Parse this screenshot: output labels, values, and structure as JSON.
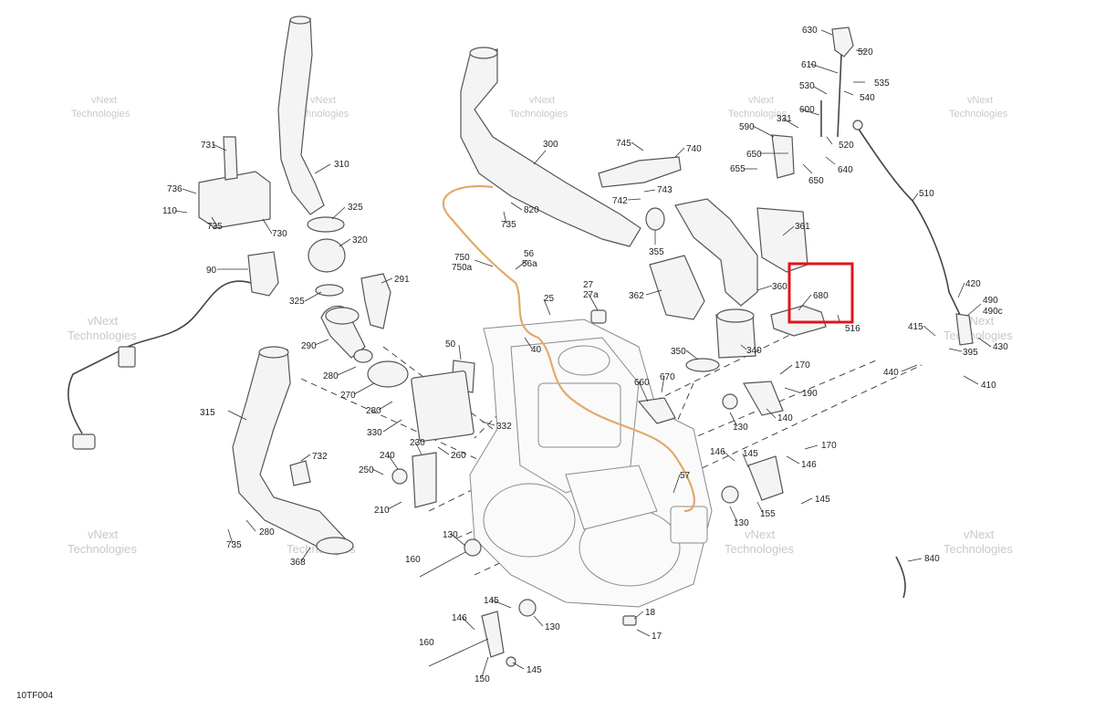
{
  "diagram_code": "10TF004",
  "watermark": {
    "line1": "vNext",
    "line2": "Technologies"
  },
  "labels": {
    "l630": "630",
    "l520a": "520",
    "l610": "610",
    "l535": "535",
    "l530": "530",
    "l540": "540",
    "l600": "600",
    "l331": "331",
    "l590": "590",
    "l520b": "520",
    "l650a": "650",
    "l655": "655",
    "l650b": "650",
    "l640": "640",
    "l510": "510",
    "l745": "745",
    "l740": "740",
    "l743": "743",
    "l742": "742",
    "l300": "300",
    "l820": "820",
    "l735a": "735",
    "l355": "355",
    "l361": "361",
    "l362": "362",
    "l360": "360",
    "l680": "680",
    "l516": "516",
    "l340": "340",
    "l350": "350",
    "l420": "420",
    "l490": "490",
    "l490c": "490c",
    "l415": "415",
    "l395": "395",
    "l430": "430",
    "l440": "440",
    "l410": "410",
    "l731": "731",
    "l310": "310",
    "l736": "736",
    "l110": "110",
    "l735b": "735",
    "l730": "730",
    "l325a": "325",
    "l320": "320",
    "l90": "90",
    "l291": "291",
    "l325b": "325",
    "l290": "290",
    "l280a": "280",
    "l270": "270",
    "l280b": "280",
    "l330": "330",
    "l750": "750",
    "l750a": "750a",
    "l56": "56",
    "l56a": "56a",
    "l27": "27",
    "l27a": "27a",
    "l25": "25",
    "l50": "50",
    "l40": "40",
    "l332": "332",
    "l260": "260",
    "l240": "240",
    "l230": "230",
    "l250": "250",
    "l210": "210",
    "l315": "315",
    "l732": "732",
    "l280c": "280",
    "l735c": "735",
    "l368": "368",
    "l660": "660",
    "l670": "670",
    "l170a": "170",
    "l190": "190",
    "l140": "140",
    "l130a": "130",
    "l146a": "146",
    "l145a": "145",
    "l170b": "170",
    "l146b": "146",
    "l145b": "145",
    "l155": "155",
    "l130b": "130",
    "l57": "57",
    "l130c": "130",
    "l160a": "160",
    "l145c": "145",
    "l146c": "146",
    "l130d": "130",
    "l18": "18",
    "l17": "17",
    "l160b": "160",
    "l145d": "145",
    "l150": "150",
    "l840": "840"
  }
}
